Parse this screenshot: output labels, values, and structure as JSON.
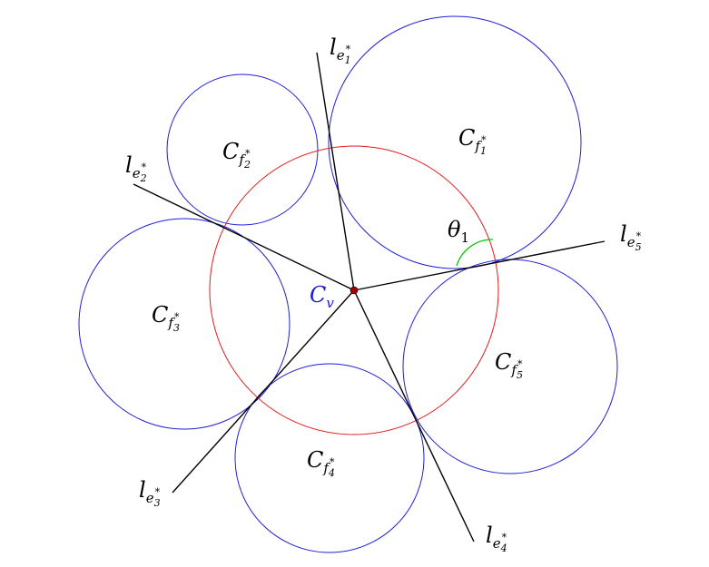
{
  "diagram": {
    "colors": {
      "tangent_circle": "#1f1fd8",
      "center_circle": "#e41a1a",
      "lines": "#000000",
      "vertex": "#a00000",
      "angle_arc": "#00cc00",
      "center_label": "#1a1ad8",
      "text": "#000000"
    },
    "circles": [
      {
        "id": "f1",
        "base": "C",
        "sub": "f",
        "subsub": "1",
        "star": "*"
      },
      {
        "id": "f2",
        "base": "C",
        "sub": "f",
        "subsub": "2",
        "star": "*"
      },
      {
        "id": "f3",
        "base": "C",
        "sub": "f",
        "subsub": "3",
        "star": "*"
      },
      {
        "id": "f4",
        "base": "C",
        "sub": "f",
        "subsub": "4",
        "star": "*"
      },
      {
        "id": "f5",
        "base": "C",
        "sub": "f",
        "subsub": "5",
        "star": "*"
      }
    ],
    "lines": [
      {
        "id": "e1",
        "base": "l",
        "sub": "e",
        "subsub": "1",
        "star": "*"
      },
      {
        "id": "e2",
        "base": "l",
        "sub": "e",
        "subsub": "2",
        "star": "*"
      },
      {
        "id": "e3",
        "base": "l",
        "sub": "e",
        "subsub": "3",
        "star": "*"
      },
      {
        "id": "e4",
        "base": "l",
        "sub": "e",
        "subsub": "4",
        "star": "*"
      },
      {
        "id": "e5",
        "base": "l",
        "sub": "e",
        "subsub": "5",
        "star": "*"
      }
    ],
    "center": {
      "base": "C",
      "sub": "v"
    },
    "angle": {
      "base": "θ",
      "sub": "1"
    }
  }
}
